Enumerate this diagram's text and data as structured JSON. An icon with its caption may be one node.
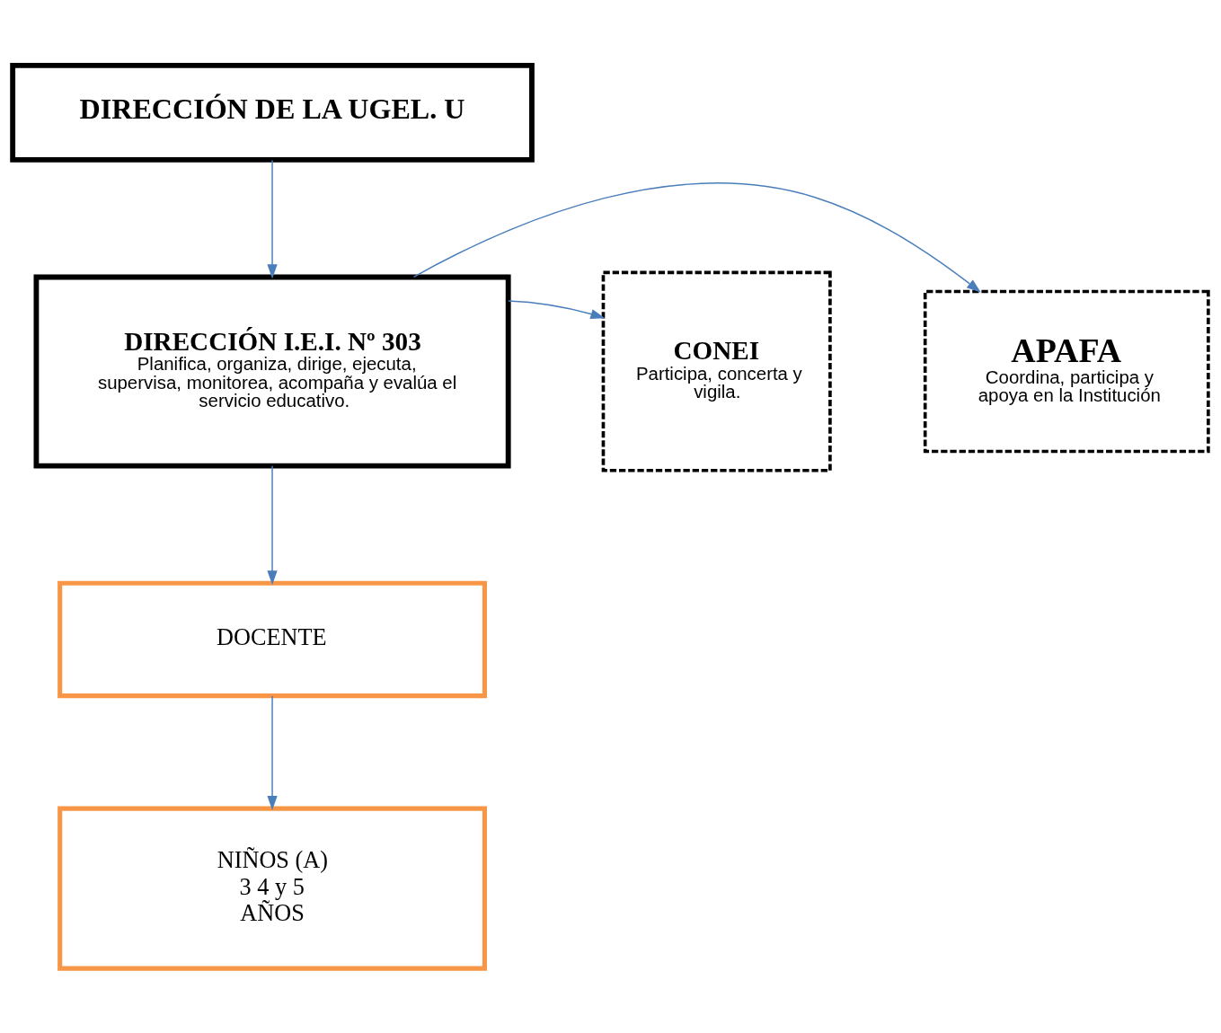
{
  "diagram": {
    "nodes": [
      {
        "text": [
          "DIRECCIÓN DE LA UGEL. U"
        ]
      },
      {
        "text": [
          "APAFA",
          "Coordina, participa y apoya en la Institución"
        ]
      },
      {
        "text": [
          "DIRECCIÓN I.E.I. Nº 303",
          "Planifica, organiza, dirige, ejecuta, supervisa, monitorea, acompaña y evalúa el servicio educativo."
        ]
      },
      {
        "text": [
          "CONEI",
          "Participa, concerta y vigila."
        ]
      },
      {
        "text": [
          "DOCENTE"
        ]
      },
      {
        "text": [
          "NIÑOS (A) 3 4 y 5 AÑOS"
        ]
      }
    ],
    "edges": [
      {
        "from": 0,
        "to": 2,
        "arrow": "to"
      },
      {
        "from": 2,
        "to": 1,
        "arrow": "to"
      },
      {
        "from": 2,
        "to": 3,
        "arrow": "to"
      },
      {
        "from": 2,
        "to": 4,
        "arrow": "to"
      },
      {
        "from": 4,
        "to": 5,
        "arrow": "to"
      }
    ]
  }
}
